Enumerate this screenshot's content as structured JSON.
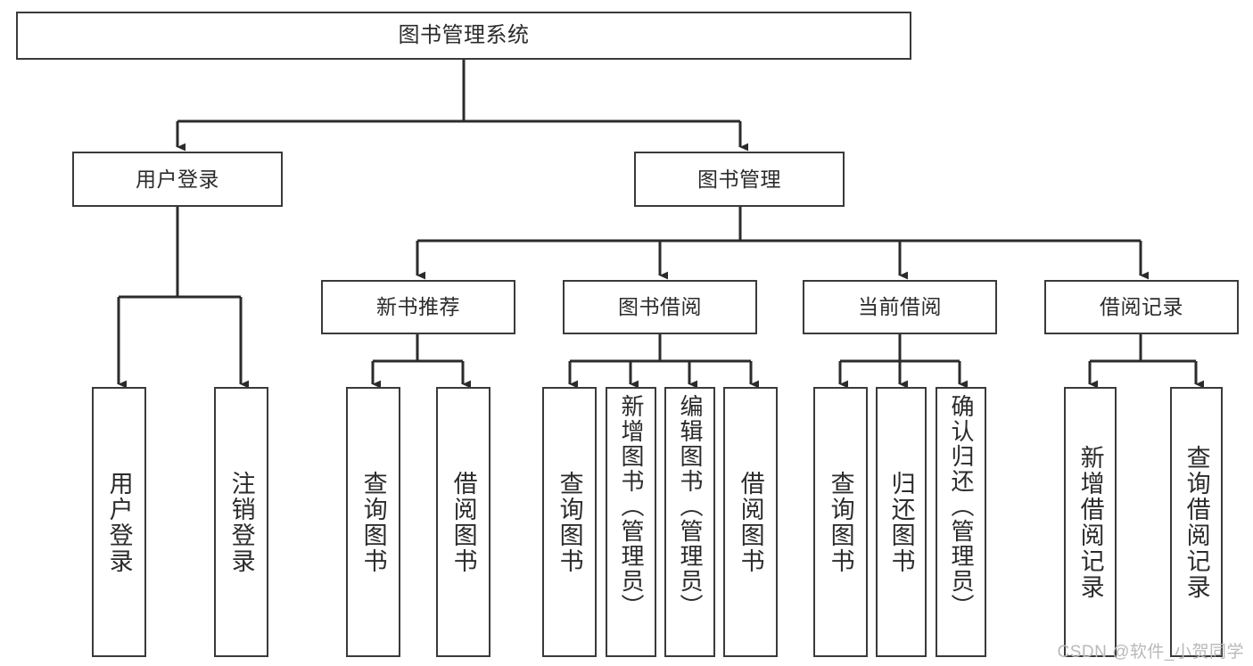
{
  "diagram": {
    "title": "图书管理系统",
    "type": "tree",
    "watermark": "CSDN @软件_小贺同学",
    "colors": {
      "node_border": "#3a3a3a",
      "node_fill": "#ffffff",
      "edge": "#2b2b2b",
      "text": "#2b2b2b",
      "watermark": "#b9b9b9"
    },
    "root": {
      "label": "图书管理系统"
    },
    "level2": [
      {
        "label": "用户登录"
      },
      {
        "label": "图书管理"
      }
    ],
    "level3": [
      {
        "label": "新书推荐"
      },
      {
        "label": "图书借阅"
      },
      {
        "label": "当前借阅"
      },
      {
        "label": "借阅记录"
      }
    ],
    "leaves": {
      "user_login": [
        {
          "label": "用户登录"
        },
        {
          "label": "注销登录"
        }
      ],
      "new_book_recommend": [
        {
          "label": "查询图书"
        },
        {
          "label": "借阅图书"
        }
      ],
      "book_borrow": [
        {
          "label": "查询图书"
        },
        {
          "label": "新增图书（管理员）"
        },
        {
          "label": "编辑图书（管理员）"
        },
        {
          "label": "借阅图书"
        }
      ],
      "current_borrow": [
        {
          "label": "查询图书"
        },
        {
          "label": "归还图书"
        },
        {
          "label": "确认归还（管理员）"
        }
      ],
      "borrow_record": [
        {
          "label": "新增借阅记录"
        },
        {
          "label": "查询借阅记录"
        }
      ]
    }
  }
}
